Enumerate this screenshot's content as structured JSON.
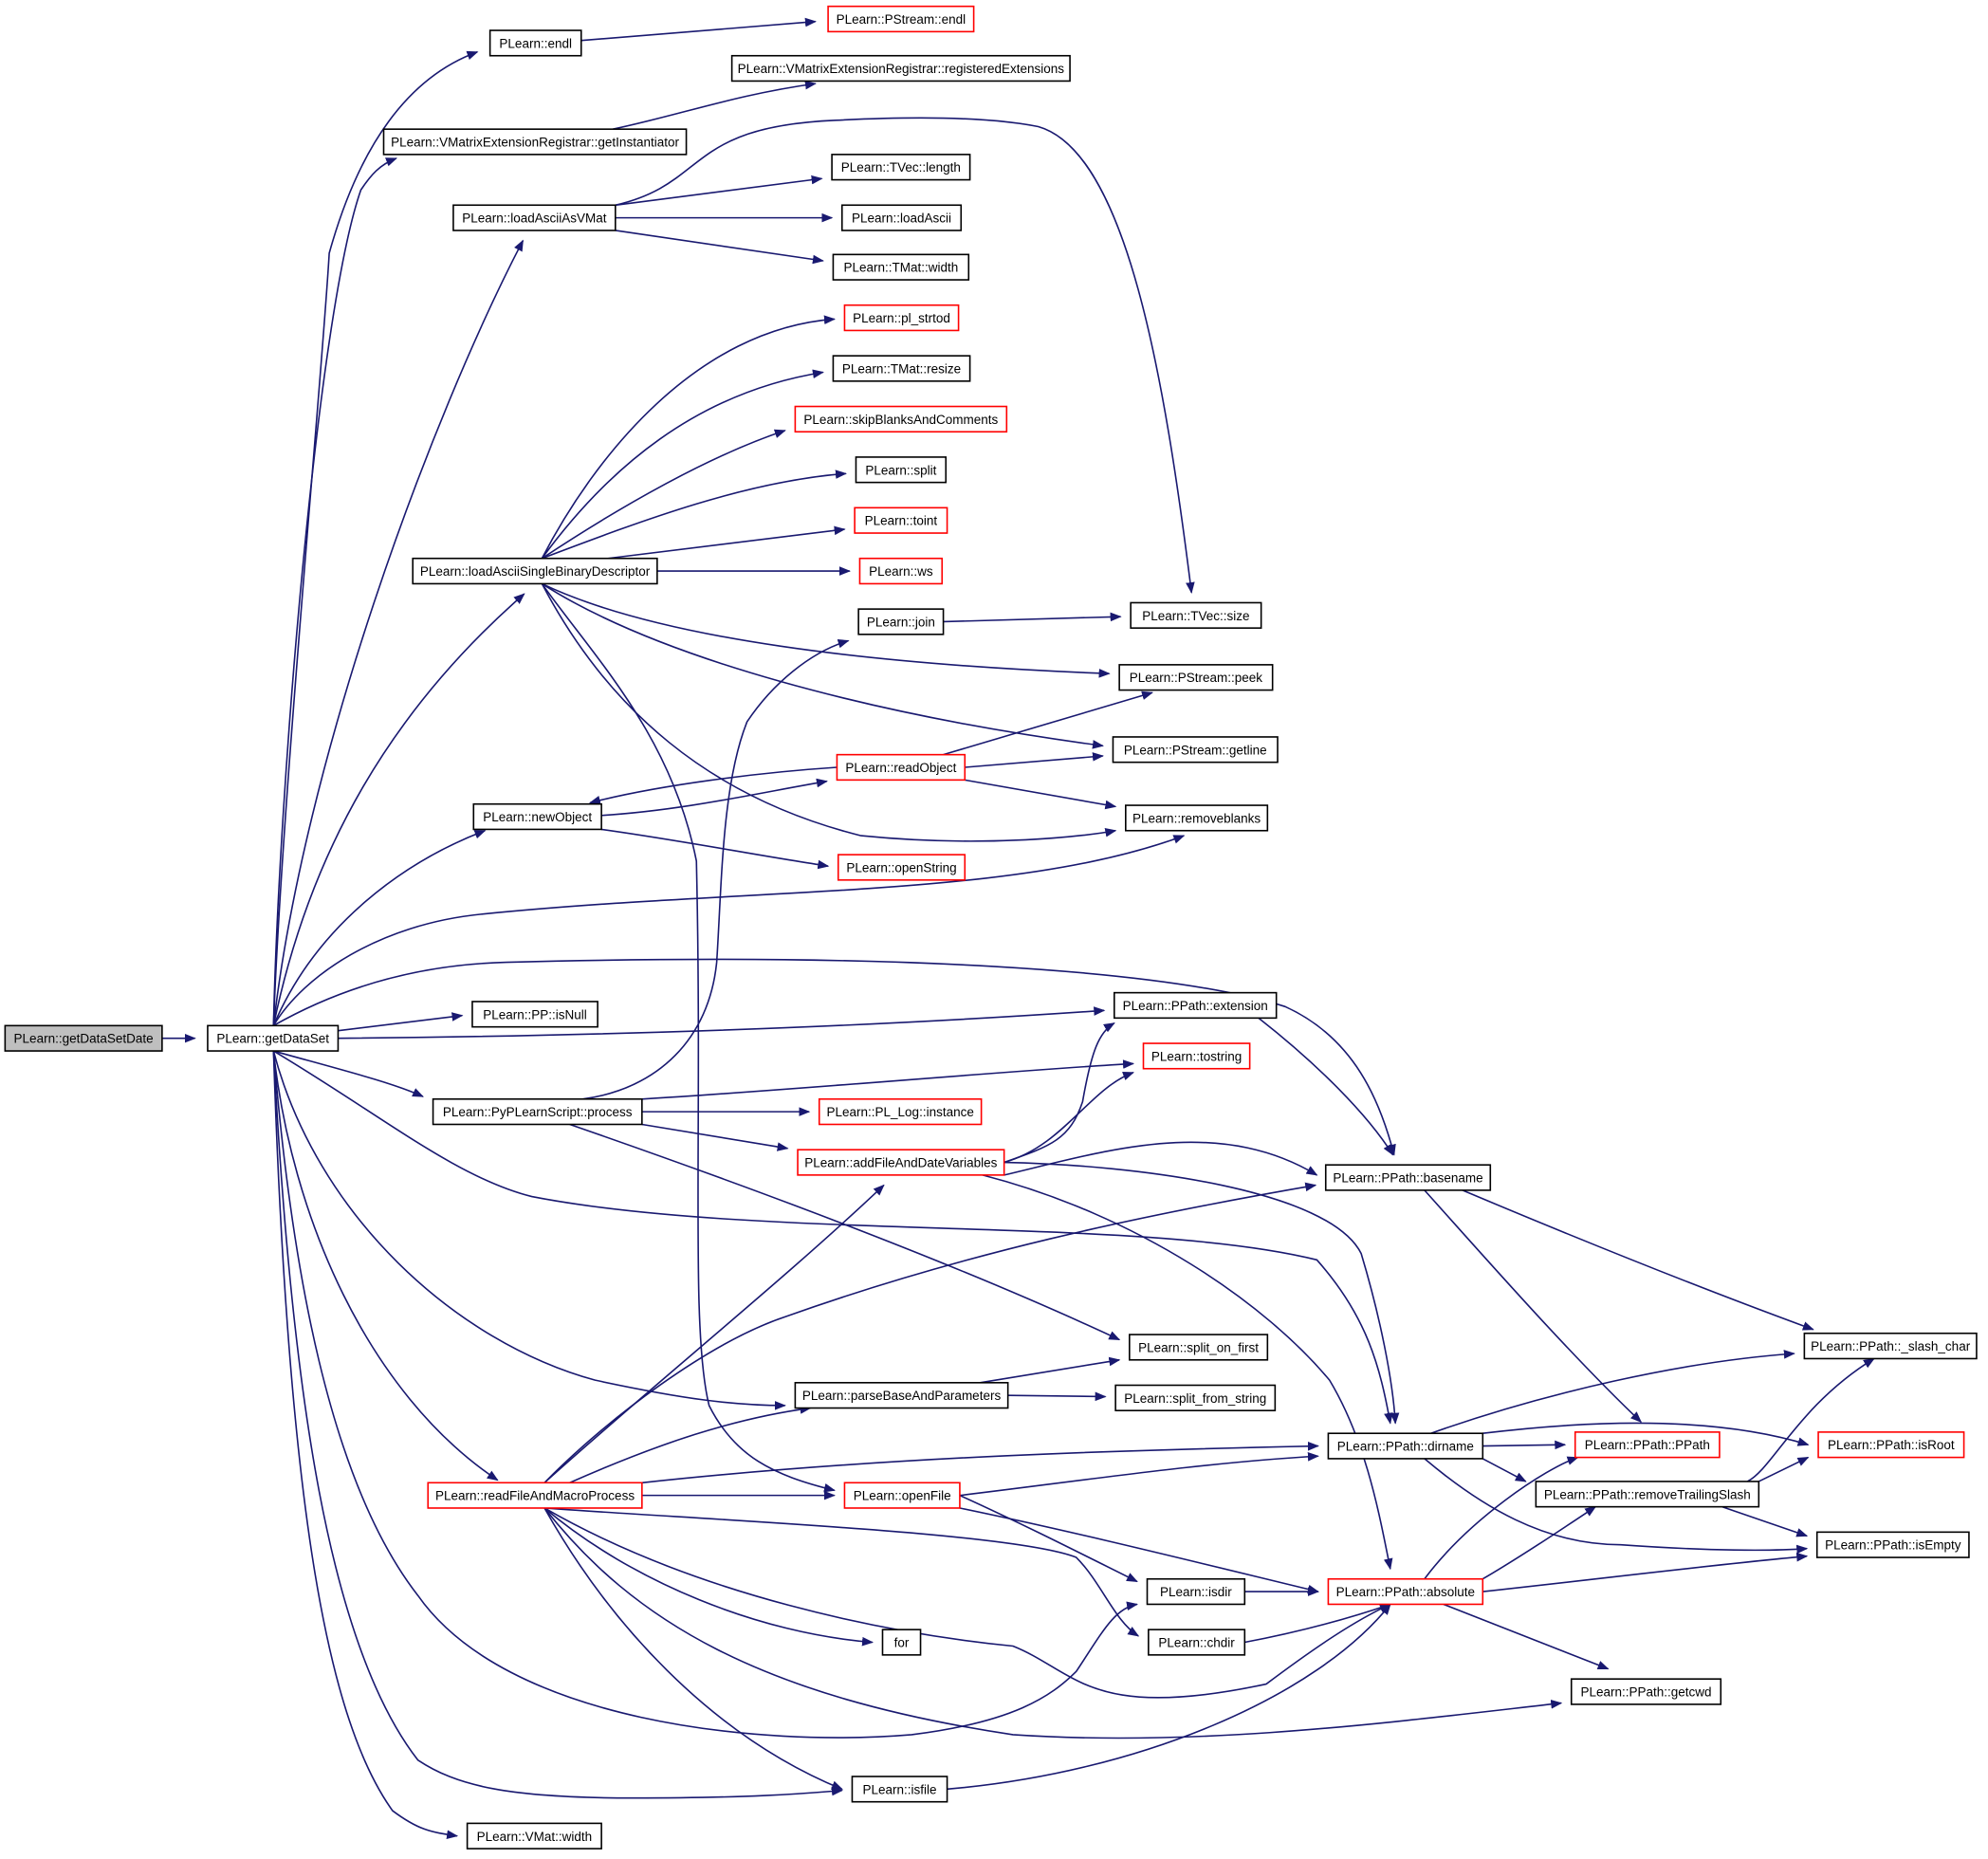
{
  "colors": {
    "edge": "#191970",
    "normal_border": "#000000",
    "truncated_border": "#ff0000",
    "root_fill": "#bfbfbf",
    "node_fill": "#ffffff"
  },
  "nodes": [
    {
      "id": "getDataSetDate",
      "label": "PLearn::getDataSetDate",
      "kind": "root"
    },
    {
      "id": "getDataSet",
      "label": "PLearn::getDataSet",
      "kind": "normal"
    },
    {
      "id": "endl",
      "label": "PLearn::endl",
      "kind": "normal"
    },
    {
      "id": "pstream_endl",
      "label": "PLearn::PStream::endl",
      "kind": "truncated"
    },
    {
      "id": "registeredExtensions",
      "label": "PLearn::VMatrixExtensionRegistrar::registeredExtensions",
      "kind": "normal"
    },
    {
      "id": "getInstantiator",
      "label": "PLearn::VMatrixExtensionRegistrar::getInstantiator",
      "kind": "normal"
    },
    {
      "id": "tvec_length",
      "label": "PLearn::TVec::length",
      "kind": "normal"
    },
    {
      "id": "loadAsciiAsVMat",
      "label": "PLearn::loadAsciiAsVMat",
      "kind": "normal"
    },
    {
      "id": "loadAscii",
      "label": "PLearn::loadAscii",
      "kind": "normal"
    },
    {
      "id": "tmat_width",
      "label": "PLearn::TMat::width",
      "kind": "normal"
    },
    {
      "id": "pl_strtod",
      "label": "PLearn::pl_strtod",
      "kind": "truncated"
    },
    {
      "id": "tmat_resize",
      "label": "PLearn::TMat::resize",
      "kind": "normal"
    },
    {
      "id": "skipBlanks",
      "label": "PLearn::skipBlanksAndComments",
      "kind": "truncated"
    },
    {
      "id": "split",
      "label": "PLearn::split",
      "kind": "normal"
    },
    {
      "id": "toint",
      "label": "PLearn::toint",
      "kind": "truncated"
    },
    {
      "id": "loadAsciiSingle",
      "label": "PLearn::loadAsciiSingleBinaryDescriptor",
      "kind": "normal"
    },
    {
      "id": "ws",
      "label": "PLearn::ws",
      "kind": "truncated"
    },
    {
      "id": "join",
      "label": "PLearn::join",
      "kind": "normal"
    },
    {
      "id": "tvec_size",
      "label": "PLearn::TVec::size",
      "kind": "normal"
    },
    {
      "id": "peek",
      "label": "PLearn::PStream::peek",
      "kind": "normal"
    },
    {
      "id": "getline",
      "label": "PLearn::PStream::getline",
      "kind": "normal"
    },
    {
      "id": "readObject",
      "label": "PLearn::readObject",
      "kind": "truncated"
    },
    {
      "id": "newObject",
      "label": "PLearn::newObject",
      "kind": "normal"
    },
    {
      "id": "removeblanks",
      "label": "PLearn::removeblanks",
      "kind": "normal"
    },
    {
      "id": "openString",
      "label": "PLearn::openString",
      "kind": "truncated"
    },
    {
      "id": "pp_isNull",
      "label": "PLearn::PP::isNull",
      "kind": "normal"
    },
    {
      "id": "extension",
      "label": "PLearn::PPath::extension",
      "kind": "normal"
    },
    {
      "id": "tostring",
      "label": "PLearn::tostring",
      "kind": "truncated"
    },
    {
      "id": "process",
      "label": "PLearn::PyPLearnScript::process",
      "kind": "normal"
    },
    {
      "id": "pl_log",
      "label": "PLearn::PL_Log::instance",
      "kind": "truncated"
    },
    {
      "id": "addFileAndDate",
      "label": "PLearn::addFileAndDateVariables",
      "kind": "truncated"
    },
    {
      "id": "basename",
      "label": "PLearn::PPath::basename",
      "kind": "normal"
    },
    {
      "id": "split_on_first",
      "label": "PLearn::split_on_first",
      "kind": "normal"
    },
    {
      "id": "slash_char",
      "label": "PLearn::PPath::_slash_char",
      "kind": "normal"
    },
    {
      "id": "parseBase",
      "label": "PLearn::parseBaseAndParameters",
      "kind": "normal"
    },
    {
      "id": "split_from_string",
      "label": "PLearn::split_from_string",
      "kind": "normal"
    },
    {
      "id": "dirname",
      "label": "PLearn::PPath::dirname",
      "kind": "normal"
    },
    {
      "id": "ppath_ctor",
      "label": "PLearn::PPath::PPath",
      "kind": "truncated"
    },
    {
      "id": "isRoot",
      "label": "PLearn::PPath::isRoot",
      "kind": "truncated"
    },
    {
      "id": "readFileAndMacro",
      "label": "PLearn::readFileAndMacroProcess",
      "kind": "truncated"
    },
    {
      "id": "openFile",
      "label": "PLearn::openFile",
      "kind": "truncated"
    },
    {
      "id": "removeTrailingSlash",
      "label": "PLearn::PPath::removeTrailingSlash",
      "kind": "normal"
    },
    {
      "id": "isEmpty",
      "label": "PLearn::PPath::isEmpty",
      "kind": "normal"
    },
    {
      "id": "isdir",
      "label": "PLearn::isdir",
      "kind": "normal"
    },
    {
      "id": "absolute",
      "label": "PLearn::PPath::absolute",
      "kind": "truncated"
    },
    {
      "id": "for_node",
      "label": "for",
      "kind": "normal"
    },
    {
      "id": "chdir",
      "label": "PLearn::chdir",
      "kind": "normal"
    },
    {
      "id": "getcwd",
      "label": "PLearn::PPath::getcwd",
      "kind": "normal"
    },
    {
      "id": "isfile",
      "label": "PLearn::isfile",
      "kind": "normal"
    },
    {
      "id": "vmat_width",
      "label": "PLearn::VMat::width",
      "kind": "normal"
    }
  ]
}
